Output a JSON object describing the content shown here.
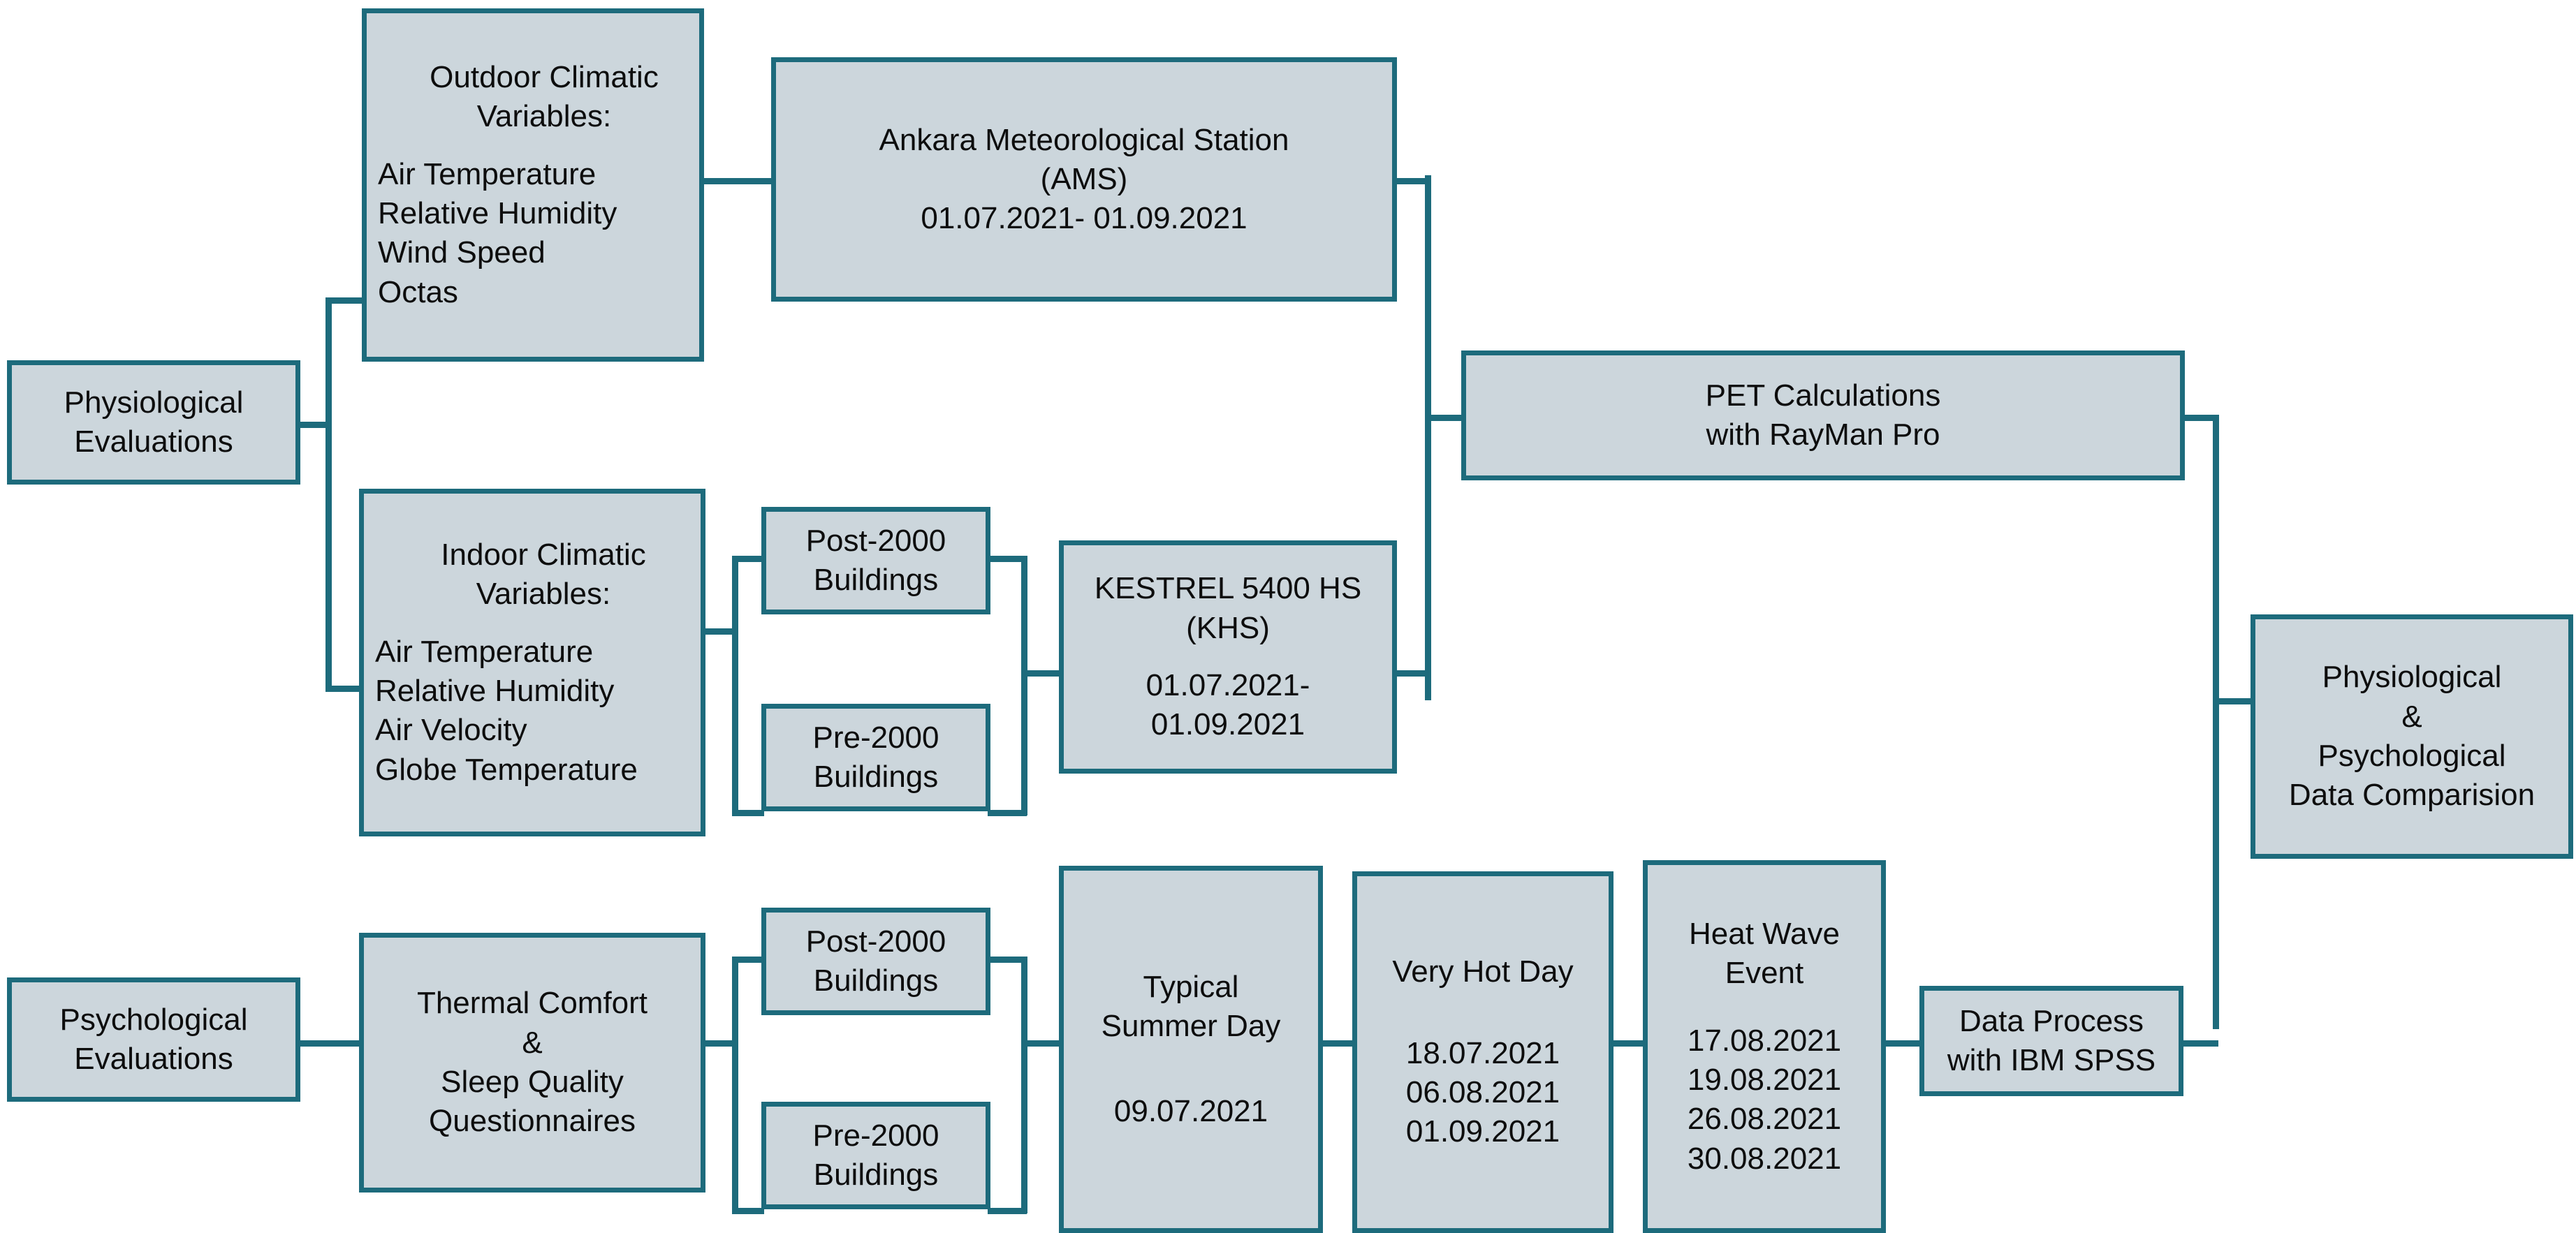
{
  "theme": {
    "node_fill": "#ccd6dc",
    "node_border": "#1d6b7c",
    "connector": "#1d6b7c",
    "text": "#0d0d0d",
    "background": "#ffffff"
  },
  "nodes": {
    "physiological_evaluations": {
      "lines": [
        "Physiological",
        "Evaluations"
      ]
    },
    "outdoor_climatic_variables": {
      "title_lines": [
        "Outdoor Climatic",
        "Variables:"
      ],
      "items": [
        "Air Temperature",
        "Relative Humidity",
        "Wind Speed",
        "Octas"
      ]
    },
    "ankara_meteorological_station": {
      "lines": [
        "Ankara Meteorological Station",
        "(AMS)",
        "01.07.2021- 01.09.2021"
      ]
    },
    "indoor_climatic_variables": {
      "title_lines": [
        "Indoor Climatic",
        "Variables:"
      ],
      "items": [
        "Air Temperature",
        "Relative Humidity",
        "Air Velocity",
        "Globe Temperature"
      ]
    },
    "indoor_post_2000_buildings": {
      "lines": [
        "Post-2000",
        "Buildings"
      ]
    },
    "indoor_pre_2000_buildings": {
      "lines": [
        "Pre-2000",
        "Buildings"
      ]
    },
    "kestrel_5400_hs": {
      "lines": [
        "KESTREL 5400 HS",
        "(KHS)"
      ],
      "dates": [
        "01.07.2021-",
        "01.09.2021"
      ]
    },
    "pet_calculations": {
      "lines": [
        "PET Calculations",
        "with RayMan Pro"
      ]
    },
    "psychological_evaluations": {
      "lines": [
        "Psychological",
        "Evaluations"
      ]
    },
    "questionnaires": {
      "lines": [
        "Thermal Comfort",
        "&",
        "Sleep Quality",
        "Questionnaires"
      ]
    },
    "survey_post_2000_buildings": {
      "lines": [
        "Post-2000",
        "Buildings"
      ]
    },
    "survey_pre_2000_buildings": {
      "lines": [
        "Pre-2000",
        "Buildings"
      ]
    },
    "typical_summer_day": {
      "title_lines": [
        "Typical",
        "Summer Day"
      ],
      "dates": [
        "09.07.2021"
      ]
    },
    "very_hot_day": {
      "title_lines": [
        "Very Hot Day"
      ],
      "dates": [
        "18.07.2021",
        "06.08.2021",
        "01.09.2021"
      ]
    },
    "heat_wave_event": {
      "title_lines": [
        "Heat Wave",
        "Event"
      ],
      "dates": [
        "17.08.2021",
        "19.08.2021",
        "26.08.2021",
        "30.08.2021"
      ]
    },
    "data_process_spss": {
      "lines": [
        "Data Process",
        "with IBM SPSS"
      ]
    },
    "data_comparison": {
      "lines": [
        "Physiological",
        "&",
        "Psychological",
        "Data Comparision"
      ]
    }
  }
}
